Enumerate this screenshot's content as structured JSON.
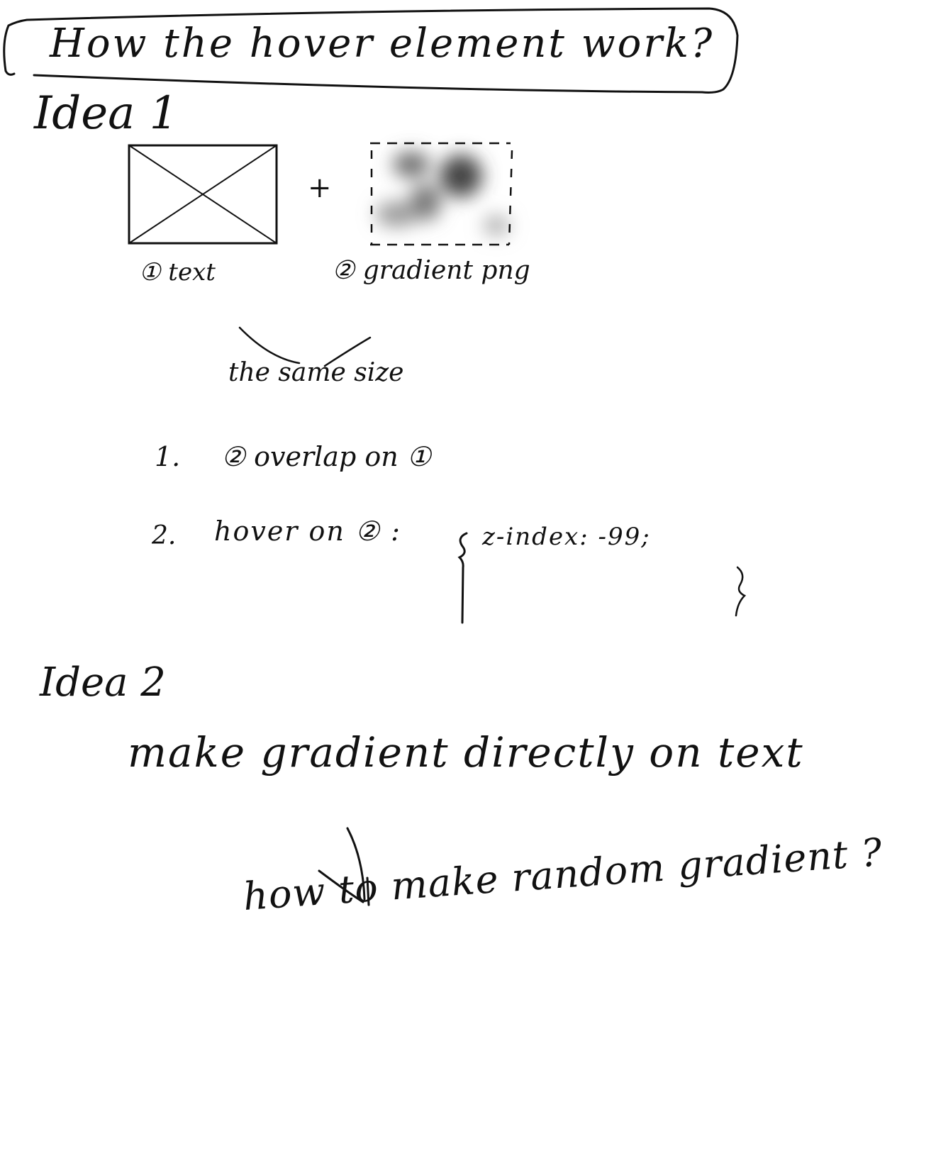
{
  "title": "How the hover element work?",
  "idea1": {
    "heading": "Idea 1",
    "plus": "+",
    "item1_label": "① text",
    "item2_label": "② gradient png",
    "same_size": "the same size",
    "steps": [
      {
        "number": "1.",
        "text": "② overlap on ①"
      },
      {
        "number": "2.",
        "text": "hover on ② :"
      }
    ],
    "code": "z-index: -99;"
  },
  "idea2": {
    "heading": "Idea 2",
    "text": "make gradient directly on text",
    "question": "how to make random gradient ?"
  },
  "colors": {
    "ink": "#111111",
    "background": "#ffffff",
    "blur": "#5a5a5a"
  }
}
